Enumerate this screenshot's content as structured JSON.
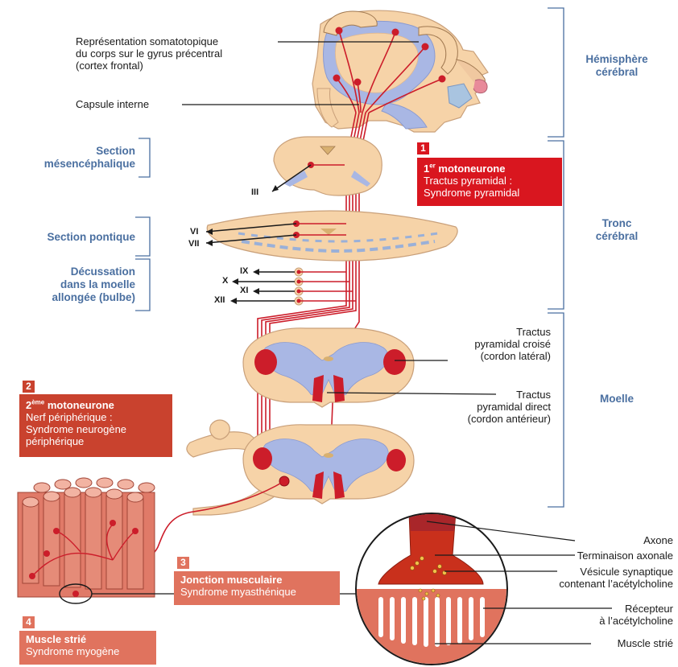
{
  "colors": {
    "tissue": "#f6d3a8",
    "grey_matter": "#a9b7e4",
    "tract_red": "#cc1d2a",
    "box_dark_red": "#d9161f",
    "box_mid_red": "#c9422e",
    "box_salmon": "#e0735e",
    "region_blue": "#4a6fa0"
  },
  "regions": {
    "hemisphere": "Hémisphère\ncérébral",
    "brainstem": "Tronc\ncérébral",
    "spinal_cord": "Moelle"
  },
  "sections": {
    "mesencephalic": "Section\nmésencéphalique",
    "pontine": "Section pontique",
    "decussation": "Décussation\ndans la moelle\nallongée (bulbe)"
  },
  "labels": {
    "somatotopic": "Représentation somatotopique\ndu corps sur le gyrus précentral\n(cortex frontal)",
    "internal_capsule": "Capsule interne",
    "crossed_tract": "Tractus\npyramidal croisé\n(cordon latéral)",
    "direct_tract": "Tractus\npyramidal direct\n(cordon antérieur)"
  },
  "cranial_nerves": {
    "iii": "III",
    "vi": "VI",
    "vii": "VII",
    "ix": "IX",
    "x": "X",
    "xi": "XI",
    "xii": "XII"
  },
  "boxes": {
    "first_motoneuron": {
      "number": "1",
      "title_main": "1",
      "title_sup": "er",
      "title_rest": " motoneurone",
      "line1": "Tractus pyramidal :",
      "line2": "Syndrome pyramidal"
    },
    "second_motoneuron": {
      "number": "2",
      "title_main": "2",
      "title_sup": "ème",
      "title_rest": " motoneurone",
      "line1": "Nerf périphérique :",
      "line2": "Syndrome neurogène",
      "line3": "périphérique"
    },
    "junction": {
      "number": "3",
      "title": "Jonction musculaire",
      "line1": "Syndrome myasthénique"
    },
    "muscle": {
      "number": "4",
      "title": "Muscle strié",
      "line1": "Syndrome myogène"
    }
  },
  "synapse_labels": {
    "axon": "Axone",
    "terminal": "Terminaison axonale",
    "vesicle": "Vésicule synaptique\ncontenant l’acétylcholine",
    "receptor": "Récepteur\nà l’acétylcholine",
    "muscle": "Muscle strié"
  }
}
